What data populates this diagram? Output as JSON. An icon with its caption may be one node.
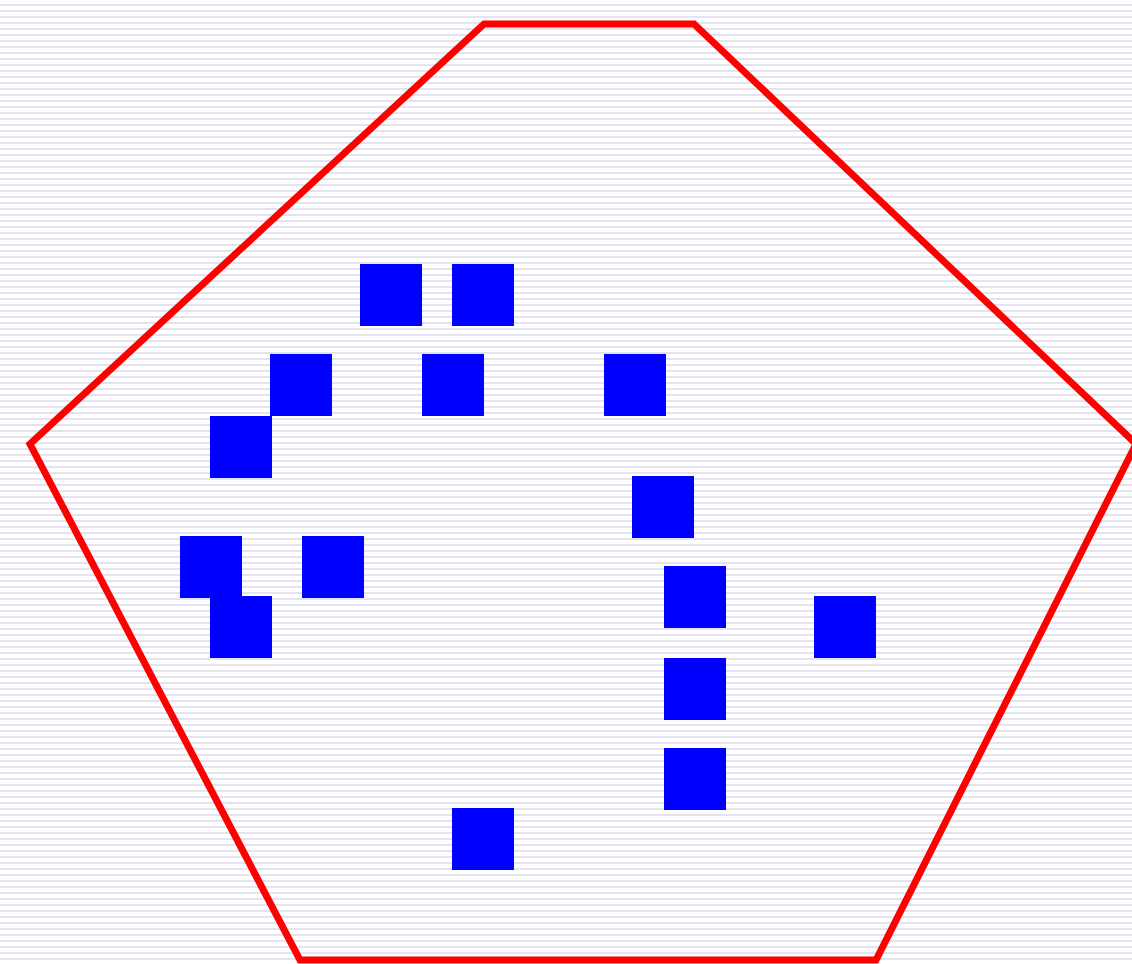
{
  "diagram": {
    "nodes": [
      {
        "text": [],
        "shape": "hexagon"
      },
      {
        "text": [],
        "shape": "box",
        "in": 0
      },
      {
        "text": [],
        "shape": "box",
        "in": 0
      },
      {
        "text": [],
        "shape": "box",
        "in": 0
      },
      {
        "text": [],
        "shape": "box",
        "in": 0
      },
      {
        "text": [],
        "shape": "box",
        "in": 0
      },
      {
        "text": [],
        "shape": "box",
        "in": 0
      },
      {
        "text": [],
        "shape": "box",
        "in": 0
      },
      {
        "text": [],
        "shape": "box",
        "in": 0
      },
      {
        "text": [],
        "shape": "box",
        "in": 0
      },
      {
        "text": [],
        "shape": "box",
        "in": 0
      },
      {
        "text": [],
        "shape": "box",
        "in": 0
      },
      {
        "text": [],
        "shape": "box",
        "in": 0
      },
      {
        "text": [],
        "shape": "box",
        "in": 0
      },
      {
        "text": [],
        "shape": "box",
        "in": 0
      },
      {
        "text": [],
        "shape": "box",
        "in": 0
      }
    ]
  }
}
